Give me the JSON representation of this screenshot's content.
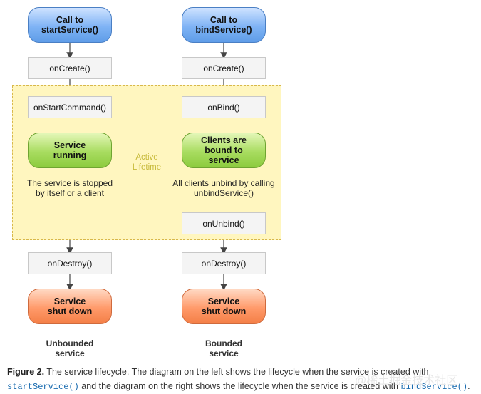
{
  "left_column": {
    "start": "Call to\nstartService()",
    "on_create": "onCreate()",
    "on_start_command": "onStartCommand()",
    "running": "Service\nrunning",
    "note": "The service is stopped\nby itself or a client",
    "on_destroy": "onDestroy()",
    "shutdown": "Service\nshut down",
    "label": "Unbounded\nservice"
  },
  "right_column": {
    "start": "Call to\nbindService()",
    "on_create": "onCreate()",
    "on_bind": "onBind()",
    "bound": "Clients are\nbound to\nservice",
    "note": "All clients unbind by calling\nunbindService()",
    "on_unbind": "onUnbind()",
    "on_destroy": "onDestroy()",
    "shutdown": "Service\nshut down",
    "label": "Bounded\nservice"
  },
  "active_lifetime": "Active\nLifetime",
  "caption": {
    "figure": "Figure 2.",
    "text1": " The service lifecycle. The diagram on the left shows the lifecycle when the service is created with ",
    "code1": "startService()",
    "text2": " and the diagram on the right shows the lifecycle when the service is created with ",
    "code2": "bindService()",
    "text3": "."
  },
  "watermark": "@稀土掘金技术社区",
  "colors": {
    "blue": "#7fb3f5",
    "green": "#a8dc60",
    "orange": "#ff9a6a",
    "lifetime": "#fff6bf",
    "arrow": "#444444"
  }
}
